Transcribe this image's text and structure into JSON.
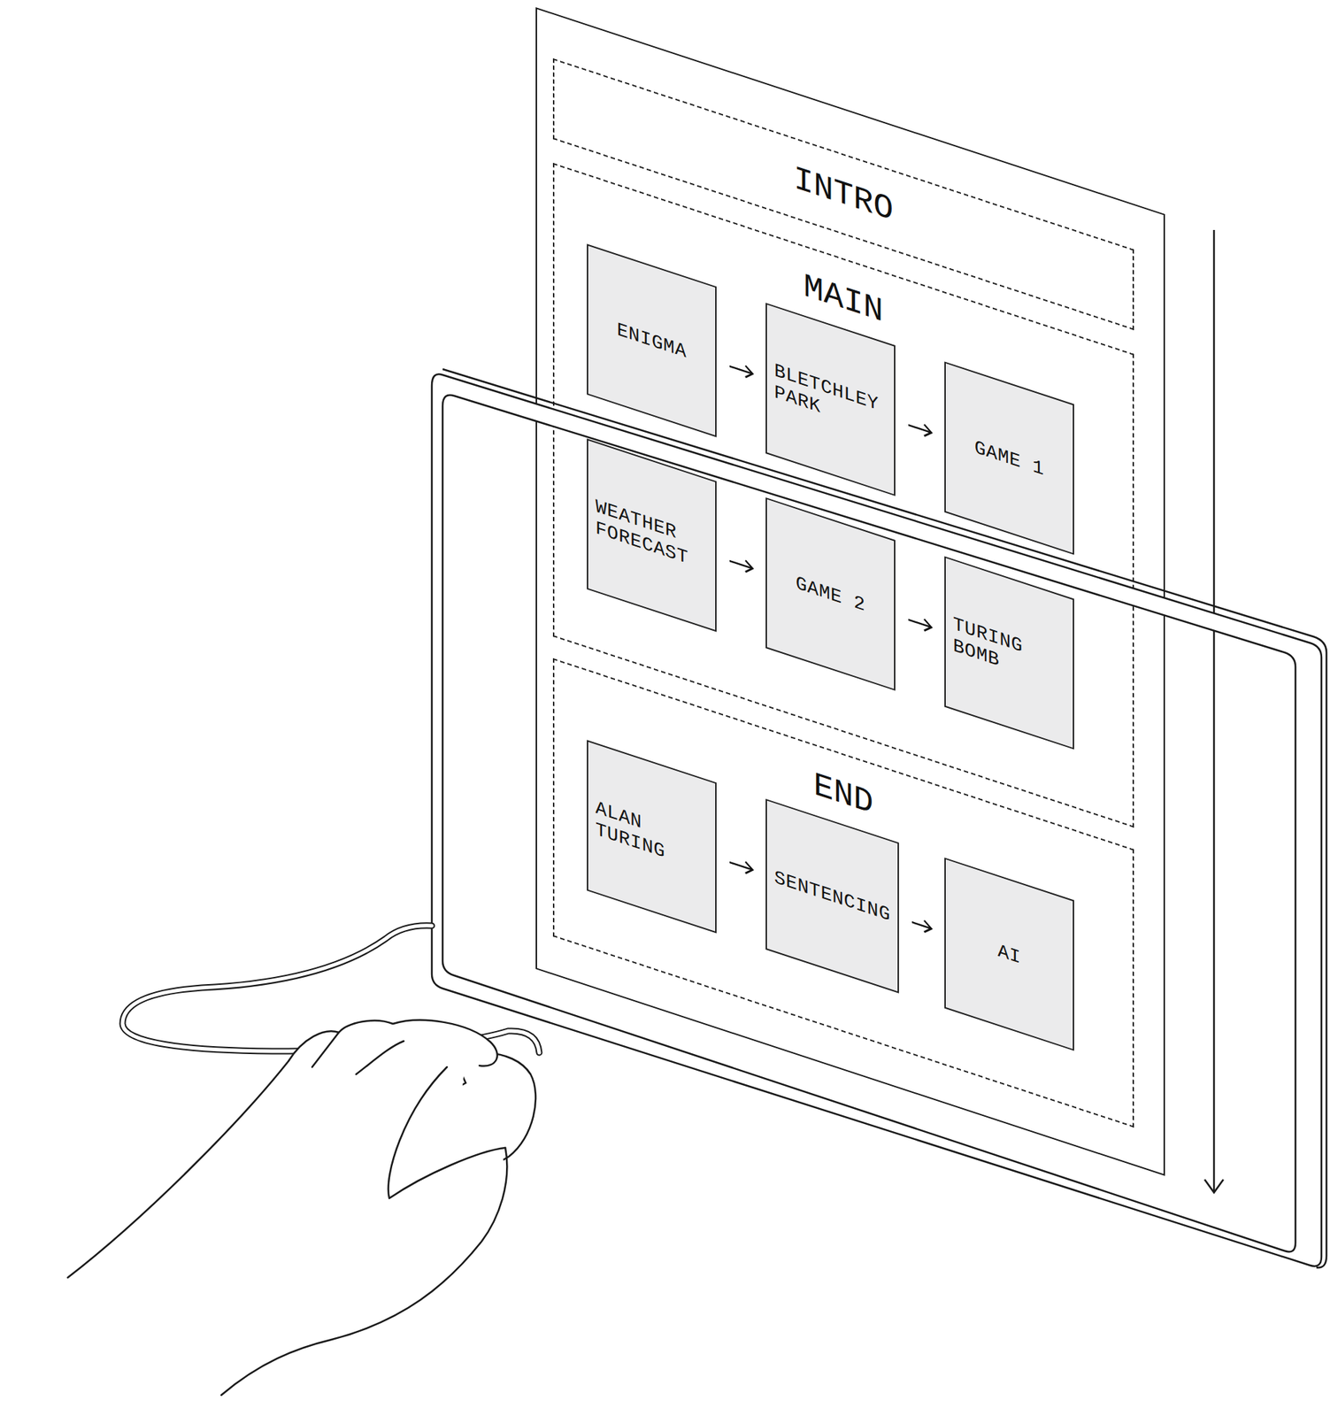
{
  "diagram": {
    "nodes": [
      {
        "text": [
          "INTRO"
        ]
      },
      {
        "text": [
          "MAIN"
        ]
      },
      {
        "text": [
          "ENIGMA"
        ],
        "in": 1
      },
      {
        "text": [
          "BLETCHLEY PARK"
        ],
        "in": 1
      },
      {
        "text": [
          "GAME 1"
        ],
        "in": 1
      },
      {
        "text": [
          "WEATHER FORECAST"
        ],
        "in": 1
      },
      {
        "text": [
          "GAME 2"
        ],
        "in": 1
      },
      {
        "text": [
          "TURING BOMB"
        ],
        "in": 1
      },
      {
        "text": [
          "END"
        ]
      },
      {
        "text": [
          "ALAN TURING"
        ],
        "in": 8
      },
      {
        "text": [
          "SENTENCING"
        ],
        "in": 8
      },
      {
        "text": [
          "AI"
        ],
        "in": 8
      }
    ],
    "edges": [
      {
        "from": 2,
        "to": 3,
        "arrow": "to"
      },
      {
        "from": 3,
        "to": 4,
        "arrow": "to"
      },
      {
        "from": 5,
        "to": 6,
        "arrow": "to"
      },
      {
        "from": 6,
        "to": 7,
        "arrow": "to"
      },
      {
        "from": 9,
        "to": 10,
        "arrow": "to"
      },
      {
        "from": 10,
        "to": 11,
        "arrow": "to"
      }
    ]
  }
}
